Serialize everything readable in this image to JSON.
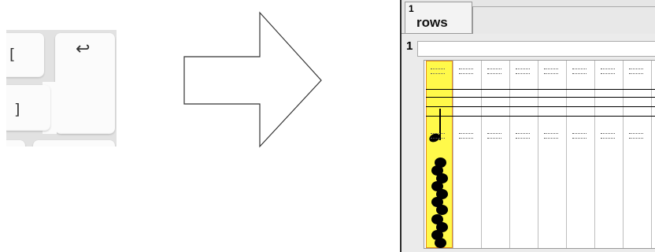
{
  "keyboard": {
    "keys": {
      "bracket_open": "[",
      "bracket_close": "]",
      "return_symbol": "↩"
    }
  },
  "arrow": {
    "direction": "right",
    "icon": "block-arrow-right"
  },
  "app": {
    "tab": {
      "number": "1",
      "label": "rows"
    },
    "row": {
      "number": "1"
    },
    "colors": {
      "highlight_fill": "#fff94a",
      "highlight_border": "#e38a1c",
      "grid_border": "#9a9a9a"
    }
  }
}
